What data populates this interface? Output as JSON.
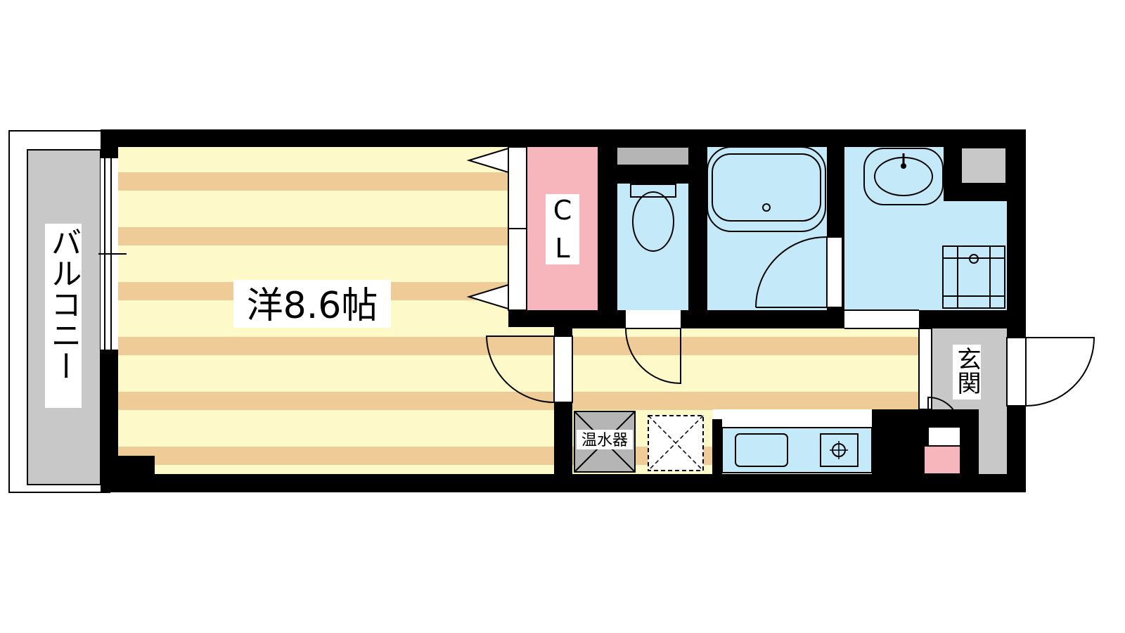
{
  "floorplan": {
    "rooms": {
      "western_room": {
        "label": "洋8.6帖"
      },
      "closet": {
        "label_line1": "C",
        "label_line2": "L"
      },
      "balcony": {
        "label": "バルコニー"
      },
      "entrance": {
        "label": "玄関"
      },
      "water_heater": {
        "label": "温水器"
      }
    },
    "colors": {
      "wall": "#000000",
      "floor_light": "#fdf9c9",
      "floor_dark": "#efcc97",
      "wet_area": "#c4e9f8",
      "closet": "#f6b6bb",
      "balcony": "#c8c8c8",
      "entrance": "#c8c8c8",
      "shoebox": "#f6b6bb",
      "kitchen": "#c4e9f8",
      "water_heater": "#b5b5b5"
    }
  }
}
